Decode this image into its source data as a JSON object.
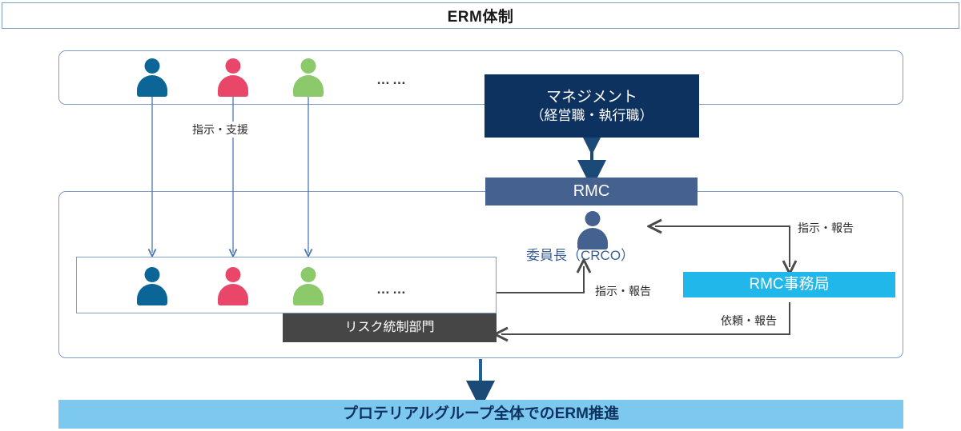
{
  "header": {
    "title": "ERM体制"
  },
  "top_section": {
    "people": [
      {
        "name": "person-blue",
        "color": "#0b6596"
      },
      {
        "name": "person-red",
        "color": "#e8476a"
      },
      {
        "name": "person-green",
        "color": "#8bc96a"
      }
    ],
    "ellipsis": "……",
    "flow_label": "指示・支援"
  },
  "management": {
    "line1": "マネジメント",
    "line2": "（経営職・執行職）",
    "color": "#0d3260"
  },
  "rmc": {
    "label": "RMC",
    "color": "#44618f"
  },
  "crco": {
    "label": "委員長（CRCO）",
    "icon_color": "#44618f",
    "text_color": "#3a5f97"
  },
  "rmc_office": {
    "label": "RMC事務局",
    "color": "#22b7ea"
  },
  "risk_dept": {
    "label": "リスク統制部門",
    "color": "#464646"
  },
  "bottom_section": {
    "people": [
      {
        "name": "person-blue",
        "color": "#0b6596"
      },
      {
        "name": "person-red",
        "color": "#e8476a"
      },
      {
        "name": "person-green",
        "color": "#8bc96a"
      }
    ],
    "ellipsis": "……"
  },
  "flows": {
    "office_top": "指示・報告",
    "office_bottom": "依頼・報告",
    "crco_in": "指示・報告"
  },
  "banner": {
    "label": "プロテリアルグループ全体でのERM推進",
    "color": "#7cc8ee",
    "text_color": "#0d3260"
  }
}
